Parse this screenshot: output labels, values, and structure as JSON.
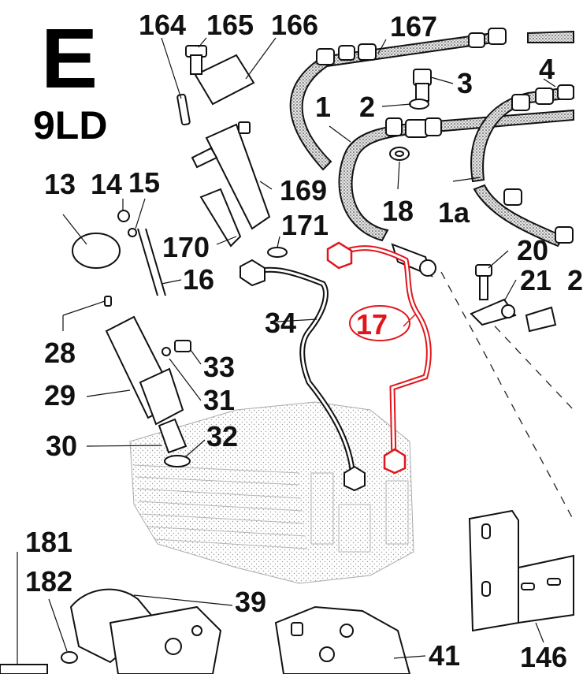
{
  "header": {
    "section_letter": "E",
    "model": "9LD"
  },
  "highlight": {
    "label": "17",
    "color": "#e0161c"
  },
  "colors": {
    "ink": "#111111",
    "hose_fill": "#dcdcdc",
    "engine_stipple": "#bdbdbd"
  },
  "callouts": {
    "n164": "164",
    "n165": "165",
    "n166": "166",
    "n167": "167",
    "n4": "4",
    "n3": "3",
    "n2": "2",
    "n1": "1",
    "n1a": "1a",
    "n18": "18",
    "n13": "13",
    "n14": "14",
    "n15": "15",
    "n169": "169",
    "n170": "170",
    "n171": "171",
    "n16": "16",
    "n20": "20",
    "n21": "21",
    "n2b": "2",
    "n28": "28",
    "n34": "34",
    "n33": "33",
    "n29": "29",
    "n31": "31",
    "n30": "30",
    "n32": "32",
    "n181": "181",
    "n182": "182",
    "n39": "39",
    "n41": "41",
    "n146": "146"
  }
}
